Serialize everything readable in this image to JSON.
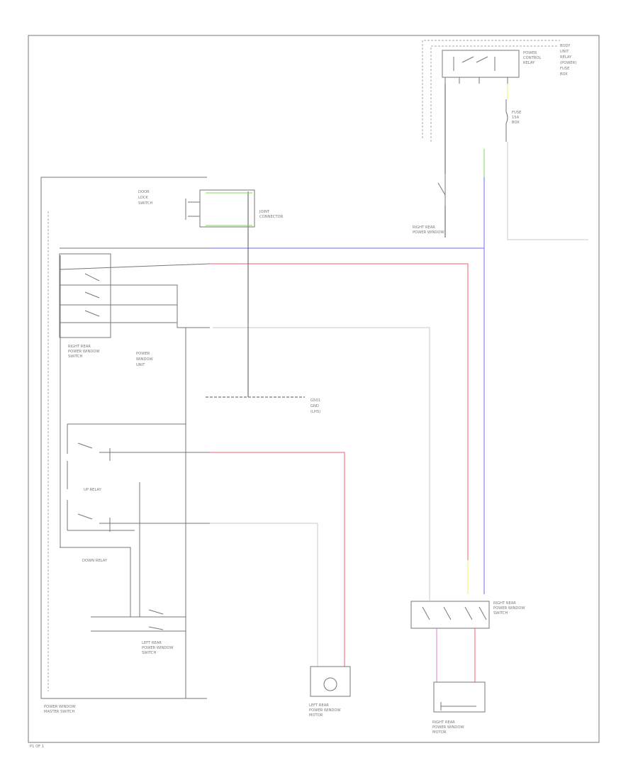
{
  "wire_colors": {
    "black": "#555555",
    "light_gray": "#c8c8c8",
    "blue": "#6b6bf2",
    "red": "#f05f72",
    "pink": "#f07ad6",
    "green": "#7ed957",
    "yellow": "#f2f060"
  },
  "labels": {
    "top_right_module_a": [
      "POWER",
      "CONTROL",
      "RELAY"
    ],
    "top_right_module_b": [
      "BODY",
      "UNIT",
      "RELAY",
      "(POWER)",
      "FUSE",
      "BOX"
    ],
    "fuse_label": [
      "FUSE",
      "15A",
      "BOX"
    ],
    "right_rear_switch_side": [
      "RIGHT REAR",
      "POWER WINDOW",
      "SWITCH"
    ],
    "right_rear_motor": [
      "RIGHT REAR",
      "POWER WINDOW",
      "MOTOR"
    ],
    "left_rear_motor": [
      "LEFT REAR",
      "POWER WINDOW",
      "MOTOR"
    ],
    "left_rear_switch": [
      "LEFT REAR",
      "POWER WINDOW",
      "SWITCH"
    ],
    "control_unit": [
      "POWER",
      "WINDOW",
      "UNIT"
    ],
    "power_window_master": [
      "POWER WINDOW",
      "MASTER SWITCH"
    ],
    "door_lock": [
      "DOOR",
      "LOCK",
      "SWITCH"
    ],
    "down_relay": "DOWN RELAY",
    "up_relay": "UP RELAY",
    "ground": [
      "G501",
      "GND",
      "(LHS)"
    ],
    "joint_connector": [
      "JOINT",
      "CONNECTOR"
    ],
    "page_ref": "P1 OF 1"
  }
}
